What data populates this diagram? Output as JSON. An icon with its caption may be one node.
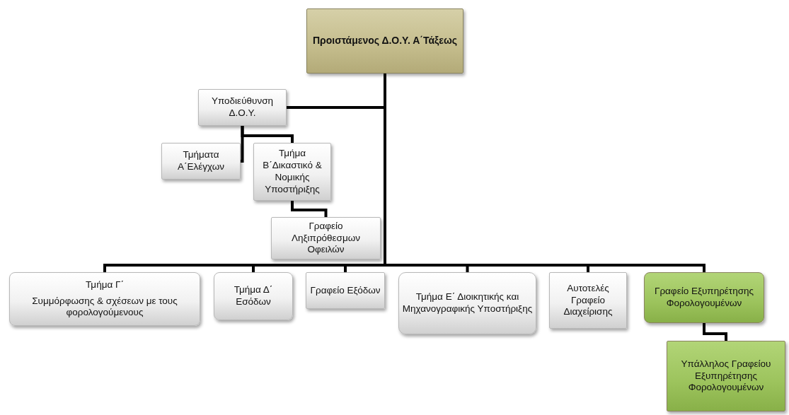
{
  "diagram": {
    "nodes": [
      {
        "text": [
          "Προιστάμενος Δ.Ο.Υ. Α΄Τάξεως"
        ]
      },
      {
        "text": [
          "Υποδιεύθυνση Δ.Ο.Υ."
        ]
      },
      {
        "text": [
          "Τμήματα Α΄Ελέγχων"
        ]
      },
      {
        "text": [
          "Τμήμα Β΄Δικαστικό & Νομικής Υποστήριξης"
        ]
      },
      {
        "text": [
          "Γραφείο Ληξιπρόθεσμων Οφειλών"
        ]
      },
      {
        "text": [
          "Τμήμα Γ΄",
          "Συμμόρφωσης & σχέσεων με τους φορολογούμενους"
        ]
      },
      {
        "text": [
          "Τμήμα Δ΄ Εσόδων"
        ]
      },
      {
        "text": [
          "Γραφείο Εξόδων"
        ]
      },
      {
        "text": [
          "Τμήμα Ε΄ Διοικητικής και Μηχανογραφικής Υποστήριξης"
        ]
      },
      {
        "text": [
          "Αυτοτελές Γραφείο Διαχείρισης"
        ]
      },
      {
        "text": [
          "Γραφείο Εξυπηρέτησης Φορολογουμένων"
        ]
      },
      {
        "text": [
          "Υπάλληλος Γραφείου Εξυπηρέτησης Φορολογουμένων"
        ]
      }
    ],
    "edges": [
      {
        "from": 0,
        "to": 1,
        "arrow": "none"
      },
      {
        "from": 1,
        "to": 2,
        "arrow": "none"
      },
      {
        "from": 1,
        "to": 3,
        "arrow": "none"
      },
      {
        "from": 3,
        "to": 4,
        "arrow": "none"
      },
      {
        "from": 0,
        "to": 5,
        "arrow": "none"
      },
      {
        "from": 0,
        "to": 6,
        "arrow": "none"
      },
      {
        "from": 0,
        "to": 7,
        "arrow": "none"
      },
      {
        "from": 0,
        "to": 8,
        "arrow": "none"
      },
      {
        "from": 0,
        "to": 9,
        "arrow": "none"
      },
      {
        "from": 0,
        "to": 10,
        "arrow": "none"
      },
      {
        "from": 10,
        "to": 11,
        "arrow": "none"
      }
    ]
  }
}
